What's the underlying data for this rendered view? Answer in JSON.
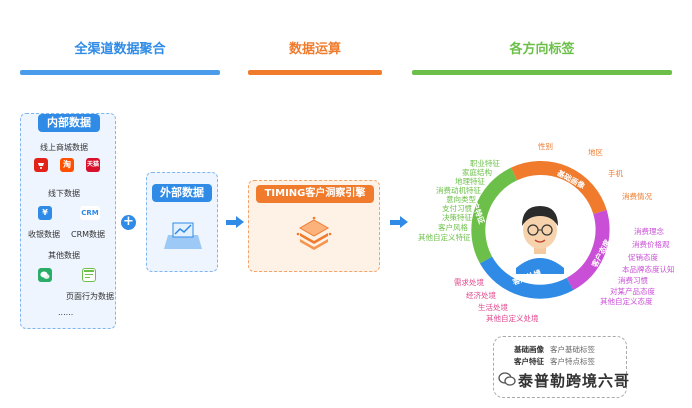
{
  "headers": {
    "col1": "全渠道数据聚合",
    "col2": "数据运算",
    "col3": "各方向标签"
  },
  "colors": {
    "blue": "#2f8be6",
    "orange": "#f07b2c",
    "green": "#6cc04a",
    "purple": "#c94fd6",
    "yellow": "#f2b10f"
  },
  "internal": {
    "title": "内部数据",
    "online_title": "线上商城数据",
    "online_icons": [
      "jd-icon",
      "taobao-icon",
      "tmall-icon"
    ],
    "taobao_glyph": "淘",
    "tmall_glyph": "天猫",
    "offline_title": "线下数据",
    "cashier_glyph": "¥",
    "cashier_label": "收银数据",
    "crm_glyph": "CRM",
    "crm_label": "CRM数据",
    "other_title": "其他数据",
    "page_label": "页面行为数据",
    "more": "......"
  },
  "plus": "+",
  "external": {
    "title": "外部数据"
  },
  "engine": {
    "title": "TIMING客户洞察引擎"
  },
  "labels": {
    "basic": {
      "title": "基础画像",
      "items": [
        "性别",
        "地区",
        "手机",
        "消费情况"
      ]
    },
    "traits": {
      "title": "客户特征",
      "items": [
        "职业特征",
        "家庭结构",
        "地理特征",
        "消费动机特征",
        "意向类型",
        "支付习惯",
        "决策特征",
        "客户风格",
        "其他自定义特征"
      ]
    },
    "attitude": {
      "title": "客户态度",
      "items": [
        "消费理念",
        "消费价格观",
        "促销态度",
        "本品牌态度认知",
        "消费习惯",
        "对某产品态度",
        "其他自定义态度"
      ]
    },
    "needs": {
      "title": "客户处境",
      "items": [
        "需求处境",
        "经济处境",
        "生活处境",
        "其他自定义处境"
      ]
    }
  },
  "legend": {
    "rows": [
      {
        "key": "基础画像",
        "desc": "客户基础标签"
      },
      {
        "key": "客户特征",
        "desc": "客户特点标签"
      }
    ]
  },
  "watermark": "泰普勒跨境六哥"
}
